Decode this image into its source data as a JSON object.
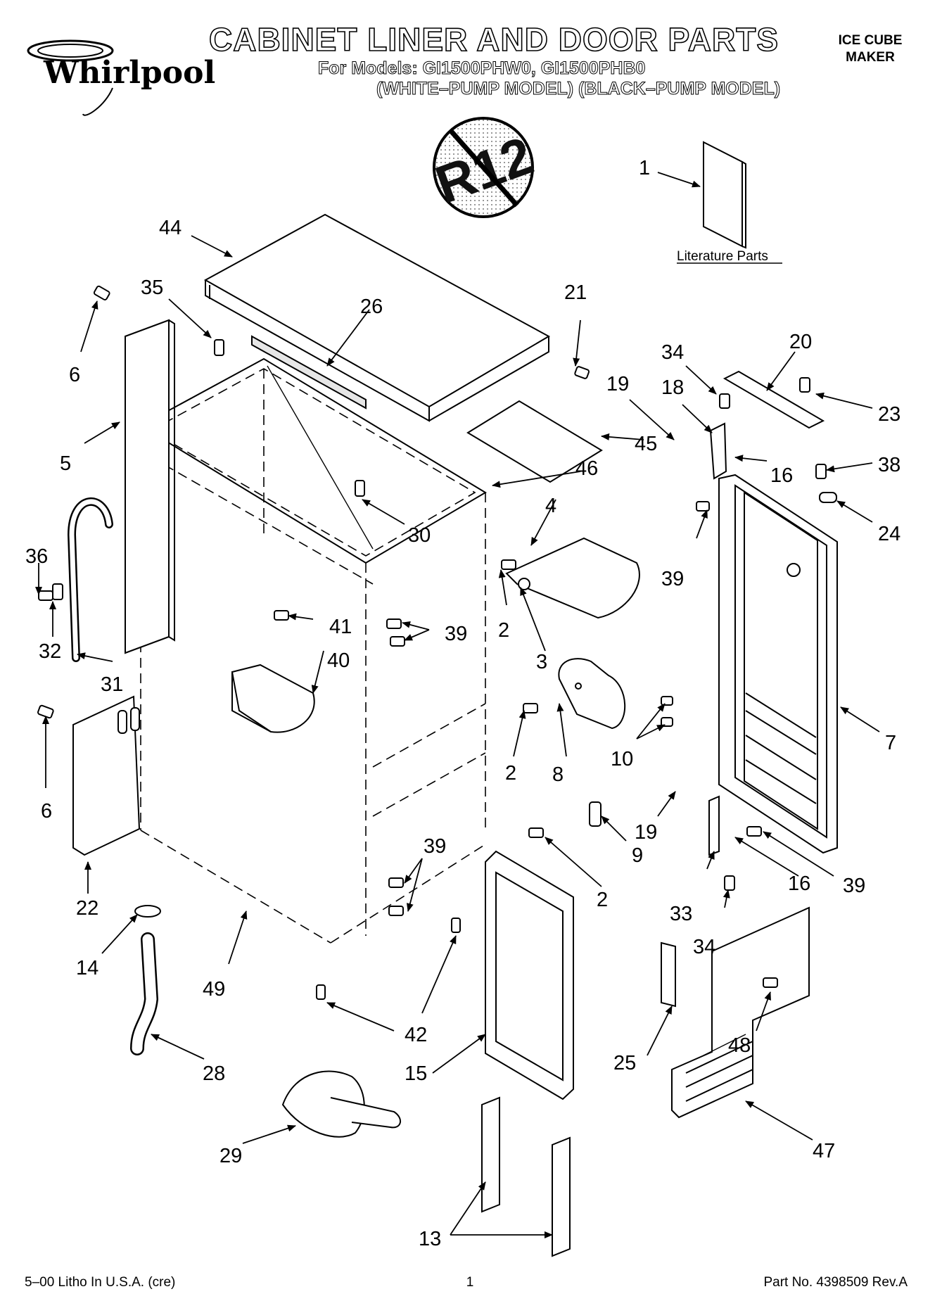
{
  "header": {
    "brand": "Whirlpool",
    "title": "CABINET LINER AND DOOR PARTS",
    "models_line": "For Models: GI1500PHW0, GI1500PHB0",
    "variants_line": "(WHITE–PUMP MODEL) (BLACK–PUMP MODEL)",
    "category_line1": "ICE CUBE",
    "category_line2": "MAKER",
    "badge_text": "R12"
  },
  "diagram": {
    "literature_label": "Literature Parts",
    "callouts": [
      "1",
      "44",
      "35",
      "26",
      "21",
      "34",
      "20",
      "6",
      "19",
      "18",
      "23",
      "45",
      "16",
      "38",
      "5",
      "46",
      "24",
      "30",
      "4",
      "39",
      "36",
      "41",
      "39",
      "2",
      "32",
      "3",
      "40",
      "31",
      "10",
      "7",
      "6",
      "2",
      "8",
      "19",
      "9",
      "22",
      "39",
      "2",
      "16",
      "39",
      "33",
      "14",
      "34",
      "49",
      "42",
      "25",
      "48",
      "28",
      "15",
      "47",
      "29",
      "13"
    ]
  },
  "footer": {
    "left": "5–00 Litho In U.S.A. (cre)",
    "center": "1",
    "right": "Part No. 4398509 Rev.A"
  }
}
